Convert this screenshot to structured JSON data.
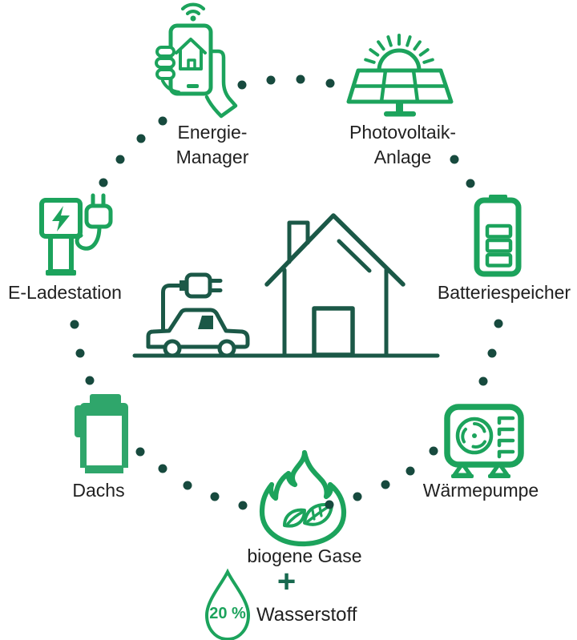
{
  "labels": {
    "energie_manager": [
      "Energie-",
      "Manager"
    ],
    "photovoltaik": [
      "Photovoltaik-",
      "Anlage"
    ],
    "batteriespeicher": "Batteriespeicher",
    "waermepumpe": "Wärmepumpe",
    "biogene_gase": "biogene Gase",
    "plus": "+",
    "wasserstoff": "Wasserstoff",
    "drop_percent": "20 %",
    "dachs": "Dachs",
    "e_ladestation": "E-Ladestation"
  },
  "icons": {
    "energie_manager": "smartphone-in-hand-with-wifi-icon",
    "photovoltaik": "solar-panel-with-sun-icon",
    "batteriespeicher": "battery-icon",
    "waermepumpe": "heat-pump-icon",
    "biogene_gase": "flame-with-leaves-icon",
    "wasserstoff": "water-drop-icon",
    "dachs": "chp-boiler-icon",
    "e_ladestation": "ev-charging-station-icon",
    "center": "house-with-electric-car-icon"
  },
  "colors": {
    "icon_green": "#1CA35C",
    "fill_green": "#2FA66B",
    "dark_green": "#1B5847",
    "dot_green": "#174A3E",
    "plus_green": "#17694F",
    "text": "#212121"
  }
}
